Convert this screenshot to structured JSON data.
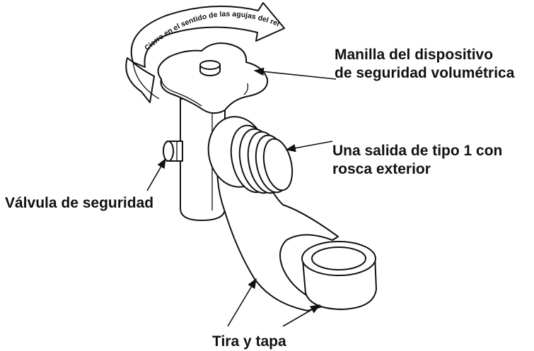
{
  "rotation_note": "Cierre en el sentido de las agujas del reloj",
  "labels": {
    "handle_line1": "Manilla del dispositivo",
    "handle_line2": "de seguridad volumétrica",
    "outlet_line1": "Una salida de tipo 1 con",
    "outlet_line2": "rosca exterior",
    "safety_valve": "Válvula de seguridad",
    "strap_cap": "Tira y tapa"
  }
}
